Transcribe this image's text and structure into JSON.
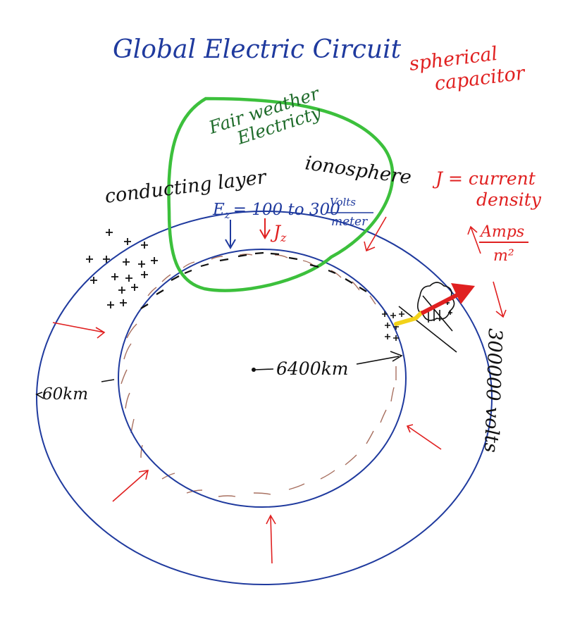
{
  "diagram": {
    "title": "Global Electric Circuit",
    "subtitle_line1": "spherical",
    "subtitle_line2": "capacitor",
    "fair_weather_line1": "Fair weather",
    "fair_weather_line2": "Electricty",
    "conducting_layer": "conducting layer",
    "ionosphere": "ionosphere",
    "ez_label": "E",
    "ez_sub": "z",
    "ez_value": "= 100 to 300",
    "ez_unit_top": "Volts",
    "ez_unit_bottom": "meter",
    "jz_label": "J",
    "jz_sub": "z",
    "j_def_line1": "J = current",
    "j_def_line2": "density",
    "amps_top": "Amps",
    "amps_bottom": "m²",
    "radius_label": "6400km",
    "height_label": "60km",
    "voltage_label": "300000 volts"
  },
  "colors": {
    "blue": "#1f3a9e",
    "red": "#e02020",
    "green": "#3cc03c",
    "dark_green": "#1e6b2a",
    "brown": "#a87060",
    "black": "#111111",
    "yellow": "#f2d21a"
  }
}
